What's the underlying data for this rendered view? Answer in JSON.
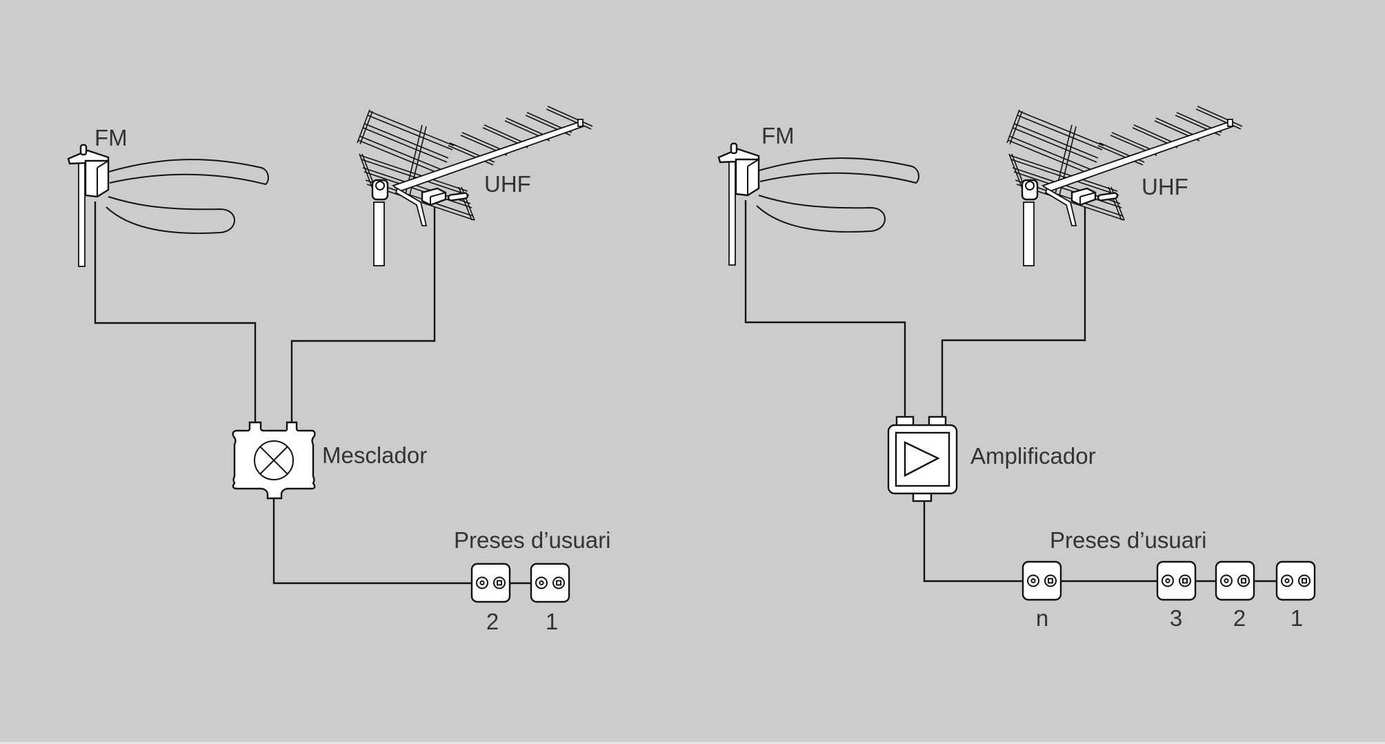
{
  "diagrams": [
    {
      "id": "mixer-system",
      "antennas": [
        {
          "label": "FM",
          "type": "fm-antenna-icon"
        },
        {
          "label": "UHF",
          "type": "uhf-antenna-icon"
        }
      ],
      "device": {
        "label": "Mesclador",
        "icon": "mixer-icon"
      },
      "outlets_label": "Preses d’usuari",
      "outlets": [
        "2",
        "1"
      ]
    },
    {
      "id": "amplifier-system",
      "antennas": [
        {
          "label": "FM",
          "type": "fm-antenna-icon"
        },
        {
          "label": "UHF",
          "type": "uhf-antenna-icon"
        }
      ],
      "device": {
        "label": "Amplificador",
        "icon": "amplifier-icon"
      },
      "outlets_label": "Preses d’usuari",
      "outlets": [
        "n",
        "3",
        "2",
        "1"
      ]
    }
  ],
  "colors": {
    "background": "#cccccc",
    "line": "#111111",
    "fill": "#ffffff",
    "text": "#333333"
  }
}
